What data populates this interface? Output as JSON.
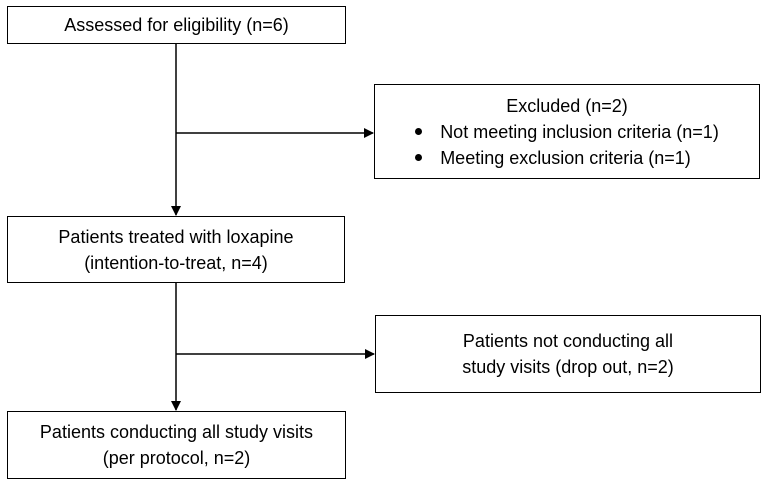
{
  "nodes": {
    "assessed": {
      "label": "Assessed for eligibility (n=6)"
    },
    "excluded": {
      "title": "Excluded  (n=2)",
      "bullets": [
        "Not meeting inclusion criteria (n=1)",
        "Meeting exclusion criteria (n=1)"
      ]
    },
    "treated": {
      "line1": "Patients treated with loxapine",
      "line2": "(intention-to-treat, n=4)"
    },
    "dropout": {
      "line1": "Patients not conducting all",
      "line2": "study visits (drop out, n=2)"
    },
    "per_protocol": {
      "line1": "Patients conducting all study visits",
      "line2": "(per protocol, n=2)"
    }
  },
  "edges": [
    {
      "from": "assessed",
      "to": "treated"
    },
    {
      "from": "assessed",
      "to": "excluded"
    },
    {
      "from": "treated",
      "to": "per_protocol"
    },
    {
      "from": "treated",
      "to": "dropout"
    }
  ],
  "colors": {
    "stroke": "#000000",
    "background": "#ffffff"
  }
}
